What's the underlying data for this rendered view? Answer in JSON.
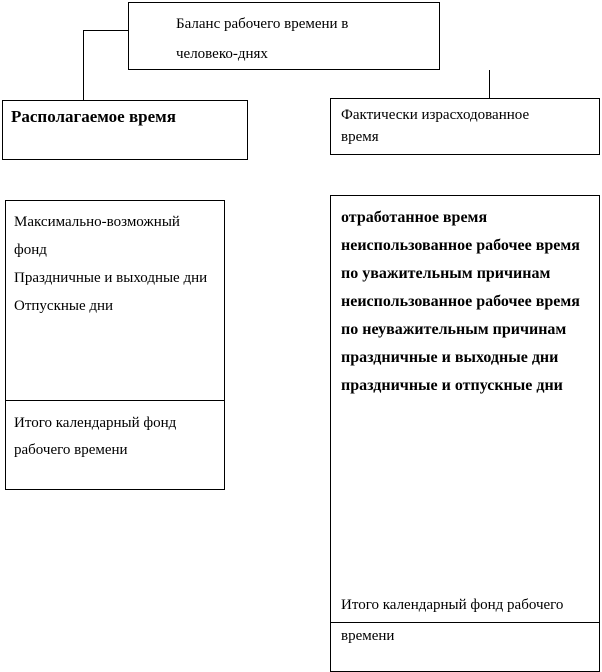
{
  "root": {
    "line1": "Баланс рабочего времени в",
    "line2": "человеко-днях"
  },
  "left_header": {
    "title": "Располагаемое время"
  },
  "right_header": {
    "title": "Фактически израсходованное время"
  },
  "left_box": {
    "items": [
      "Максимально-возможный фонд",
      "Праздничные и выходные дни",
      "Отпускные дни"
    ],
    "total": "Итого календарный фонд рабочего времени"
  },
  "right_box": {
    "items": [
      "отработанное время",
      "неиспользованное рабочее время по уважительным причинам",
      "неиспользованное рабочее время по неуважительным причинам",
      "праздничные и выходные дни",
      "праздничные и отпускные дни"
    ],
    "total_line1": "Итого календарный фонд рабочего",
    "total_line2": "времени"
  },
  "colors": {
    "background": "#ffffff",
    "border": "#000000",
    "text": "#000000"
  }
}
